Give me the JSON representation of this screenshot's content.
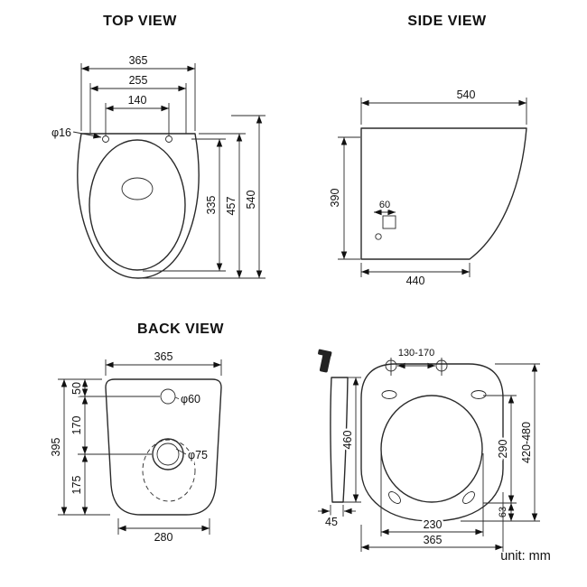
{
  "colors": {
    "background": "#ffffff",
    "line": "#2a2a2a",
    "text": "#111111"
  },
  "footer": {
    "unit_label": "unit: mm"
  },
  "views": {
    "top": {
      "title": "TOP VIEW",
      "dims": {
        "width_overall": "365",
        "seat_width": "255",
        "hinge_spacing": "140",
        "hinge_hole_dia": "φ16",
        "depth_overall": "540",
        "bowl_length": "457",
        "bowl_inner_length": "335"
      }
    },
    "side": {
      "title": "SIDE VIEW",
      "dims": {
        "depth_overall": "540",
        "height": "390",
        "fixing_offset": "60",
        "bottom_depth": "440"
      }
    },
    "back": {
      "title": "BACK VIEW",
      "dims": {
        "top_width": "365",
        "inlet_offset": "50",
        "inlet_to_outlet": "170",
        "outlet_to_bottom": "175",
        "height": "395",
        "inlet_dia": "φ60",
        "outlet_dia": "φ75",
        "bottom_width": "280"
      }
    },
    "seat": {
      "dims": {
        "bolt_spacing": "130-170",
        "pan_length": "460",
        "profile_width": "45",
        "opening_length": "290",
        "length_range": "420-480",
        "rear_depth": "63",
        "opening_width": "230",
        "seat_width": "365"
      }
    }
  }
}
